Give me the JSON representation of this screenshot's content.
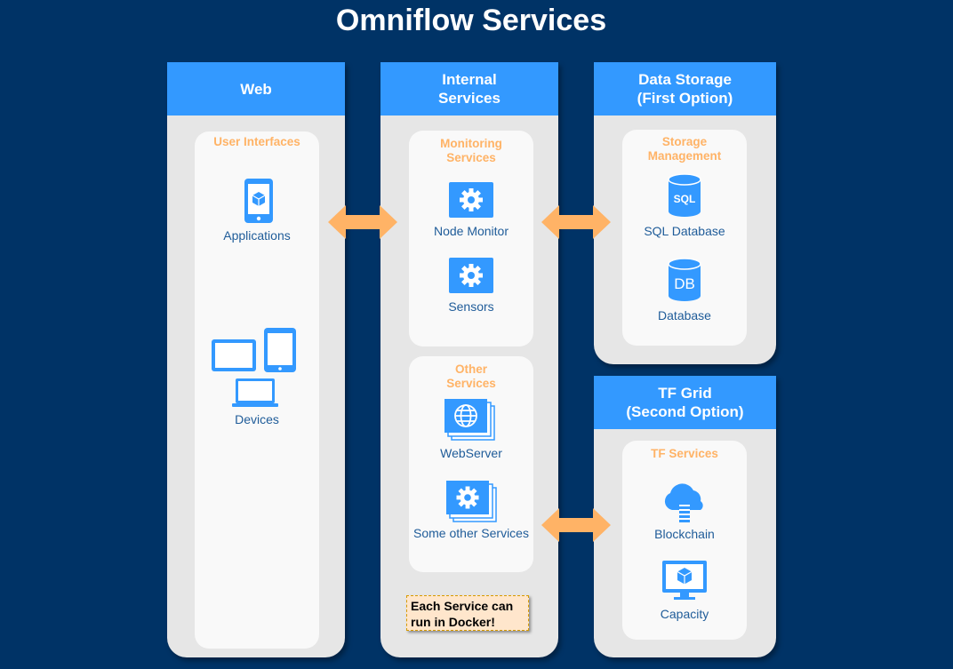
{
  "title": "Omniflow Services",
  "columns": {
    "web": {
      "heading": "Web",
      "group": {
        "title": "User Interfaces",
        "items": [
          {
            "label": "Applications",
            "icon": "mobile-app-icon"
          },
          {
            "label": "Devices",
            "icon": "devices-icon"
          }
        ]
      }
    },
    "internal": {
      "heading": "Internal\nServices",
      "monitoring": {
        "title": "Monitoring\nServices",
        "items": [
          {
            "label": "Node Monitor",
            "icon": "gear-icon"
          },
          {
            "label": "Sensors",
            "icon": "gear-icon"
          }
        ]
      },
      "other": {
        "title": "Other\nServices",
        "items": [
          {
            "label": "WebServer",
            "icon": "globe-icon"
          },
          {
            "label": "Some other Services",
            "icon": "gear-stack-icon"
          }
        ]
      },
      "note": "Each Service can\nrun in Docker!"
    },
    "storage": {
      "heading": "Data Storage\n(First Option)",
      "group": {
        "title": "Storage\nManagement",
        "items": [
          {
            "label": "SQL Database",
            "icon": "sql-database-icon",
            "badge": "SQL"
          },
          {
            "label": "Database",
            "icon": "database-icon",
            "badge": "DB"
          }
        ]
      }
    },
    "grid": {
      "heading": "TF Grid\n(Second Option)",
      "group": {
        "title": "TF Services",
        "items": [
          {
            "label": "Blockchain",
            "icon": "cloud-icon"
          },
          {
            "label": "Capacity",
            "icon": "monitor-cube-icon"
          }
        ]
      }
    }
  },
  "colors": {
    "background": "#003366",
    "header": "#3399ff",
    "column": "#e6e6e6",
    "group": "#f9f9f9",
    "group_title": "#ffb366",
    "label": "#1f5c99",
    "arrow": "#ffb366"
  }
}
